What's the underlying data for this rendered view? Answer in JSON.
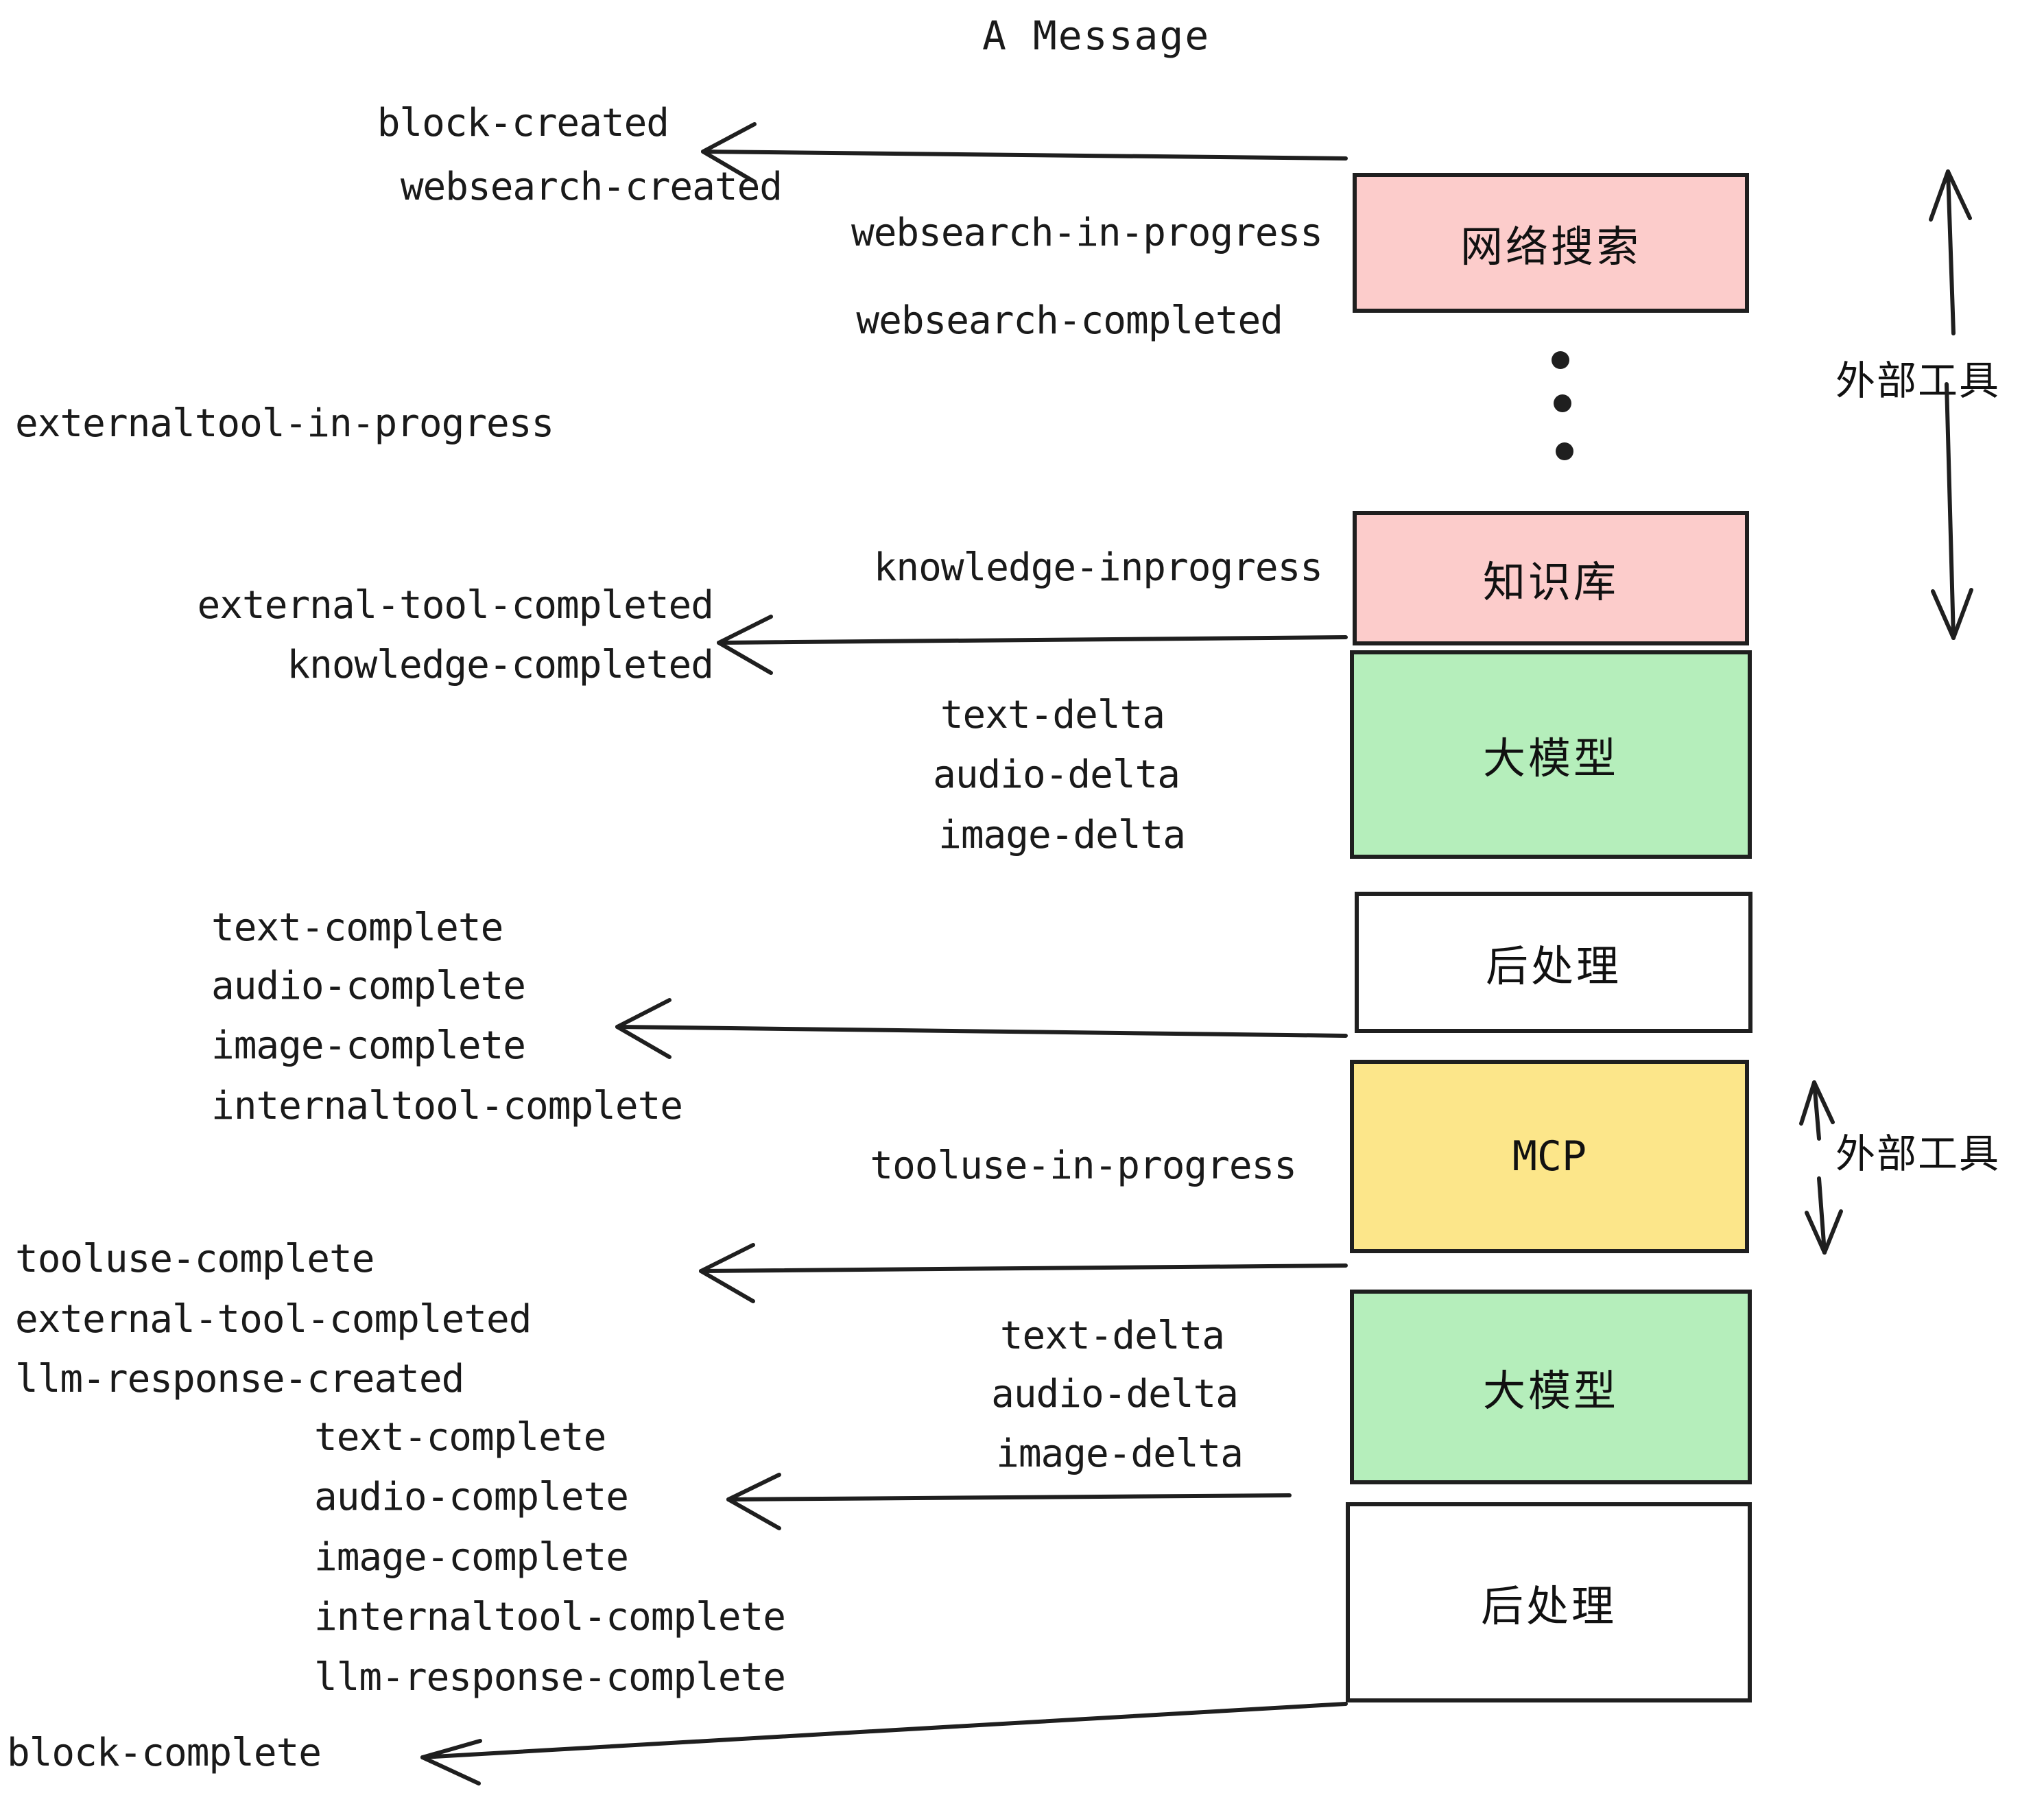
{
  "title": "A Message",
  "colors": {
    "pink": "#FCCCCB",
    "green": "#B5EEBB",
    "yellow": "#FCE68A",
    "white": "#FFFFFF",
    "stroke": "#1F1F1F",
    "text": "#1A1A1A",
    "background": "#FFFFFF"
  },
  "boxes": [
    {
      "id": "websearch",
      "label": "网络搜索",
      "fill": "pink"
    },
    {
      "id": "knowledge",
      "label": "知识库",
      "fill": "pink"
    },
    {
      "id": "llm-top",
      "label": "大模型",
      "fill": "green"
    },
    {
      "id": "postprocess-top",
      "label": "后处理",
      "fill": "white"
    },
    {
      "id": "mcp",
      "label": "MCP",
      "fill": "yellow"
    },
    {
      "id": "llm-bottom",
      "label": "大模型",
      "fill": "green"
    },
    {
      "id": "postprocess-bottom",
      "label": "后处理",
      "fill": "white"
    }
  ],
  "side_labels": [
    {
      "id": "external-tool-top",
      "label": "外部工具"
    },
    {
      "id": "external-tool-bottom",
      "label": "外部工具"
    }
  ],
  "events": {
    "block_created": "block-created",
    "websearch_created": "websearch-created",
    "websearch_in_progress": "websearch-in-progress",
    "websearch_completed": "websearch-completed",
    "externaltool_in_progress": "externaltool-in-progress",
    "knowledge_inprogress": "knowledge-inprogress",
    "external_tool_completed_1": "external-tool-completed",
    "knowledge_completed": "knowledge-completed",
    "text_delta_1": "text-delta",
    "audio_delta_1": "audio-delta",
    "image_delta_1": "image-delta",
    "text_complete_1": "text-complete",
    "audio_complete_1": "audio-complete",
    "image_complete_1": "image-complete",
    "internaltool_complete_1": "internaltool-complete",
    "tooluse_in_progress": "tooluse-in-progress",
    "tooluse_complete": "tooluse-complete",
    "external_tool_completed_2": "external-tool-completed",
    "llm_response_created": "llm-response-created",
    "text_delta_2": "text-delta",
    "audio_delta_2": "audio-delta",
    "image_delta_2": "image-delta",
    "text_complete_2": "text-complete",
    "audio_complete_2": "audio-complete",
    "image_complete_2": "image-complete",
    "internaltool_complete_2": "internaltool-complete",
    "llm_response_complete": "llm-response-complete",
    "block_complete": "block-complete"
  }
}
